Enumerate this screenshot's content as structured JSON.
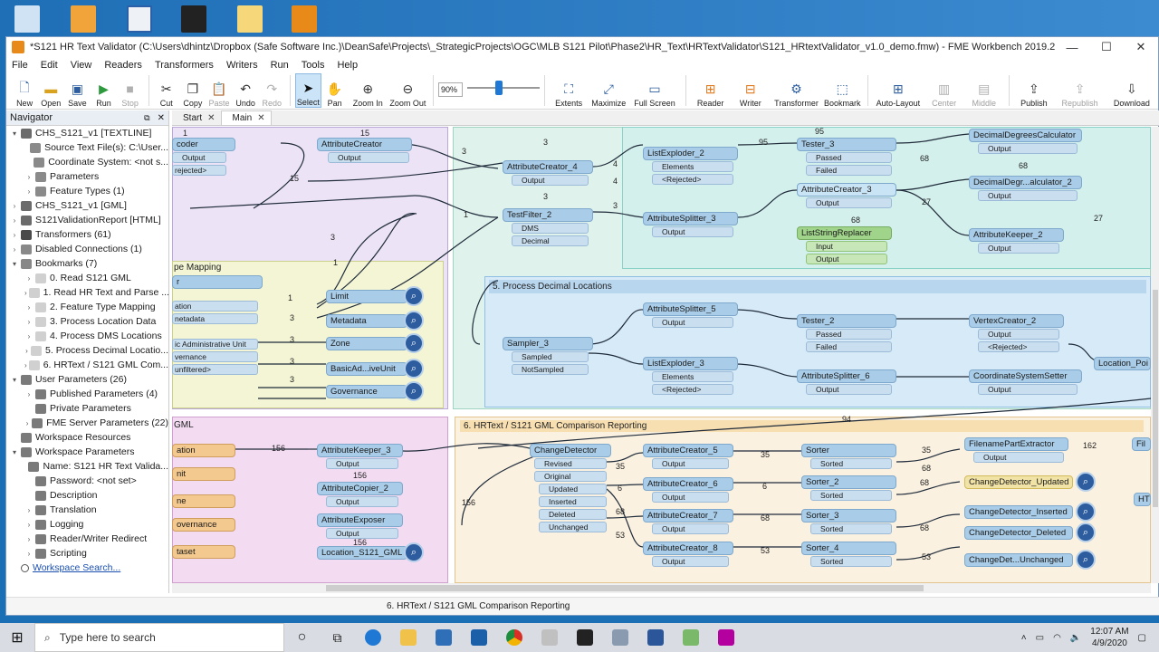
{
  "window": {
    "title": "*S121 HR Text Validator (C:\\Users\\dhintz\\Dropbox (Safe Software Inc.)\\DeanSafe\\Projects\\_StrategicProjects\\OGC\\MLB S121 Pilot\\Phase2\\HR_Text\\HRTextValidator\\S121_HRtextValidator_v1.0_demo.fmw) - FME Workbench 2019.2",
    "minimize": "—",
    "maximize": "☐",
    "close": "✕"
  },
  "menu": [
    "File",
    "Edit",
    "View",
    "Readers",
    "Transformers",
    "Writers",
    "Run",
    "Tools",
    "Help"
  ],
  "toolbar": {
    "new": "New",
    "open": "Open",
    "save": "Save",
    "run": "Run",
    "stop": "Stop",
    "cut": "Cut",
    "copy": "Copy",
    "paste": "Paste",
    "undo": "Undo",
    "redo": "Redo",
    "select": "Select",
    "pan": "Pan",
    "zoom_in": "Zoom In",
    "zoom_out": "Zoom Out",
    "zoom_level": "90%",
    "extents": "Extents",
    "maximize": "Maximize",
    "full_screen": "Full Screen",
    "reader": "Reader",
    "writer": "Writer",
    "transformer": "Transformer",
    "bookmark": "Bookmark",
    "auto_layout": "Auto-Layout",
    "center": "Center",
    "middle": "Middle",
    "publish": "Publish",
    "republish": "Republish",
    "download": "Download"
  },
  "navigator": {
    "title": "Navigator",
    "items": [
      {
        "label": "CHS_S121_v1 [TEXTLINE]",
        "indent": 0,
        "tw": "▾",
        "color": "#6b6b6b"
      },
      {
        "label": "Source Text File(s): C:\\User...",
        "indent": 1,
        "tw": "",
        "color": "#8a8a8a"
      },
      {
        "label": "Coordinate System: <not s...",
        "indent": 1,
        "tw": "",
        "color": "#8a8a8a"
      },
      {
        "label": "Parameters",
        "indent": 1,
        "tw": "›",
        "color": "#8a8a8a"
      },
      {
        "label": "Feature Types (1)",
        "indent": 1,
        "tw": "›",
        "color": "#8a8a8a"
      },
      {
        "label": "CHS_S121_v1 [GML]",
        "indent": 0,
        "tw": "›",
        "color": "#6b6b6b"
      },
      {
        "label": "S121ValidationReport [HTML]",
        "indent": 0,
        "tw": "›",
        "color": "#6b6b6b"
      },
      {
        "label": "Transformers (61)",
        "indent": 0,
        "tw": "›",
        "color": "#4a4a4a"
      },
      {
        "label": "Disabled Connections (1)",
        "indent": 0,
        "tw": "›",
        "color": "#888"
      },
      {
        "label": "Bookmarks (7)",
        "indent": 0,
        "tw": "▾",
        "color": "#888"
      },
      {
        "label": "0. Read S121 GML",
        "indent": 1,
        "tw": "›",
        "color": "#d0d0d0"
      },
      {
        "label": "1. Read HR Text and Parse ...",
        "indent": 1,
        "tw": "›",
        "color": "#d0d0d0"
      },
      {
        "label": "2. Feature Type Mapping",
        "indent": 1,
        "tw": "›",
        "color": "#d0d0d0"
      },
      {
        "label": "3. Process Location Data",
        "indent": 1,
        "tw": "›",
        "color": "#d0d0d0"
      },
      {
        "label": "4. Process DMS Locations",
        "indent": 1,
        "tw": "›",
        "color": "#d0d0d0"
      },
      {
        "label": "5. Process Decimal Locatio...",
        "indent": 1,
        "tw": "›",
        "color": "#d0d0d0"
      },
      {
        "label": "6. HRText / S121 GML Com...",
        "indent": 1,
        "tw": "›",
        "color": "#d0d0d0"
      },
      {
        "label": "User Parameters (26)",
        "indent": 0,
        "tw": "▾",
        "color": "#7a7a7a"
      },
      {
        "label": "Published Parameters (4)",
        "indent": 1,
        "tw": "›",
        "color": "#7a7a7a"
      },
      {
        "label": "Private Parameters",
        "indent": 1,
        "tw": "",
        "color": "#7a7a7a"
      },
      {
        "label": "FME Server Parameters (22)",
        "indent": 1,
        "tw": "›",
        "color": "#7a7a7a"
      },
      {
        "label": "Workspace Resources",
        "indent": 0,
        "tw": "",
        "color": "#7a7a7a"
      },
      {
        "label": "Workspace Parameters",
        "indent": 0,
        "tw": "▾",
        "color": "#7a7a7a"
      },
      {
        "label": "Name: S121 HR Text Valida...",
        "indent": 1,
        "tw": "",
        "color": "#7a7a7a"
      },
      {
        "label": "Password: <not set>",
        "indent": 1,
        "tw": "",
        "color": "#7a7a7a"
      },
      {
        "label": "Description",
        "indent": 1,
        "tw": "",
        "color": "#7a7a7a"
      },
      {
        "label": "Translation",
        "indent": 1,
        "tw": "›",
        "color": "#7a7a7a"
      },
      {
        "label": "Logging",
        "indent": 1,
        "tw": "›",
        "color": "#7a7a7a"
      },
      {
        "label": "Reader/Writer Redirect",
        "indent": 1,
        "tw": "›",
        "color": "#7a7a7a"
      },
      {
        "label": "Scripting",
        "indent": 1,
        "tw": "›",
        "color": "#7a7a7a"
      },
      {
        "label": "Workspace Search...",
        "indent": 0,
        "tw": "",
        "color": "#ffffff",
        "link": true
      }
    ]
  },
  "tabs": [
    {
      "label": "Start",
      "close": "✕"
    },
    {
      "label": "Main",
      "close": "✕"
    }
  ],
  "canvas": {
    "bookmarks": {
      "type_mapping": "pe Mapping",
      "decimal": "5. Process Decimal Locations",
      "gml": "GML",
      "comparison": "6. HRText / S121 GML Comparison Reporting"
    },
    "nodes": {
      "coder": "coder",
      "attr_creator": "AttributeCreator",
      "attr_creator_4": "AttributeCreator_4",
      "list_exploder_2": "ListExploder_2",
      "tester_3": "Tester_3",
      "decimal_calc": "DecimalDegreesCalculator",
      "decimal_calc_2": "DecimalDegr...alculator_2",
      "test_filter_2": "TestFilter_2",
      "attr_splitter_3": "AttributeSplitter_3",
      "attr_creator_3": "AttributeCreator_3",
      "list_string_replacer": "ListStringReplacer",
      "attr_keeper_2": "AttributeKeeper_2",
      "limit": "Limit",
      "metadata": "Metadata",
      "zone": "Zone",
      "basic_ad": "BasicAd...iveUnit",
      "governance": "Governance",
      "attr_splitter_5": "AttributeSplitter_5",
      "tester_2": "Tester_2",
      "vertex_creator_2": "VertexCreator_2",
      "sampler_3": "Sampler_3",
      "list_exploder_3": "ListExploder_3",
      "attr_splitter_6": "AttributeSplitter_6",
      "coord_setter": "CoordinateSystemSetter",
      "location_poi": "Location_Poi",
      "change_detector": "ChangeDetector",
      "attr_creator_5": "AttributeCreator_5",
      "attr_creator_6": "AttributeCreator_6",
      "attr_creator_7": "AttributeCreator_7",
      "attr_creator_8": "AttributeCreator_8",
      "sorter": "Sorter",
      "sorter_2": "Sorter_2",
      "sorter_3": "Sorter_3",
      "sorter_4": "Sorter_4",
      "filename_extractor": "FilenamePartExtractor",
      "cd_updated": "ChangeDetector_Updated",
      "cd_inserted": "ChangeDetector_Inserted",
      "cd_deleted": "ChangeDetector_Deleted",
      "cd_unchanged": "ChangeDet...Unchanged",
      "attr_keeper_3": "AttributeKeeper_3",
      "attr_copier_2": "AttributeCopier_2",
      "attr_exposer": "AttributeExposer",
      "location_gml": "Location_S121_GML",
      "ation": "ation",
      "nit": "nit",
      "ne": "ne",
      "overnance": "overnance",
      "taset": "taset",
      "fil": "Fil",
      "ht": "HT"
    },
    "ports": {
      "output": "Output",
      "passed": "Passed",
      "failed": "Failed",
      "elements": "Elements",
      "rejected": "<Rejected>",
      "rejected2": "rejected>",
      "dms": "DMS",
      "decimal": "Decimal",
      "input": "Input",
      "sampled": "Sampled",
      "not_sampled": "NotSampled",
      "sorted": "Sorted",
      "revised": "Revised",
      "original": "Original",
      "updated": "Updated",
      "inserted": "Inserted",
      "deleted": "Deleted",
      "unchanged": "Unchanged",
      "ation_l": "ation",
      "netadata": "netadata",
      "ic_admin": "ic Administrative Unit",
      "vernance": "vernance",
      "unfiltered": "unfiltered>",
      "r_l": "r"
    },
    "counts": [
      "1",
      "15",
      "3",
      "3",
      "95",
      "68",
      "4",
      "95",
      "15",
      "3",
      "1",
      "3",
      "68",
      "27",
      "27",
      "1",
      "1",
      "3",
      "3",
      "3",
      "3",
      "156",
      "156",
      "156",
      "156",
      "35",
      "6",
      "68",
      "53",
      "35",
      "6",
      "68",
      "53",
      "35",
      "68",
      "68",
      "68",
      "53",
      "162",
      "94",
      "68",
      "3",
      "4"
    ]
  },
  "status_text": "6. HRText / S121 GML Comparison Reporting",
  "taskbar": {
    "search_placeholder": "Type here to search",
    "time": "12:07 AM",
    "date": "4/9/2020"
  }
}
